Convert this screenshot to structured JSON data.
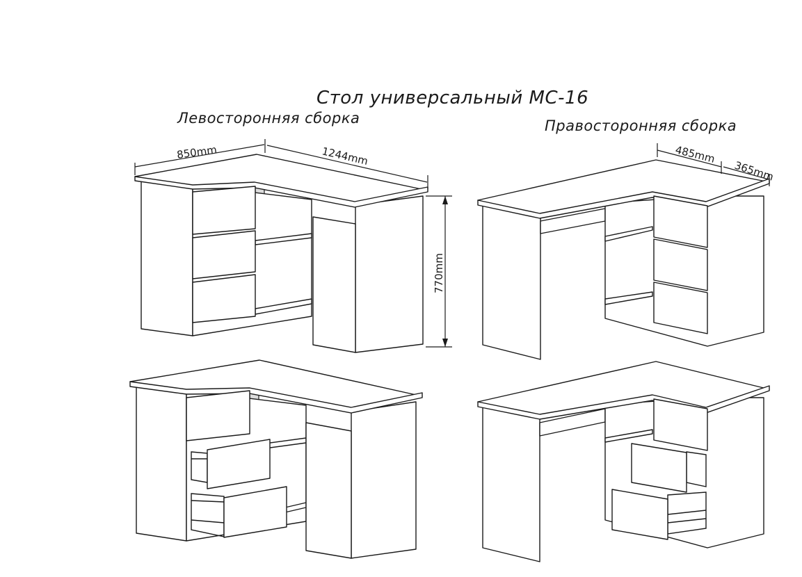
{
  "title": "Стол универсальный МС-16",
  "assembly": {
    "left_label": "Левосторонняя сборка",
    "right_label": "Правосторонняя сборка"
  },
  "dimensions": {
    "depth_cabinet": "850mm",
    "length_top": "1244mm",
    "height": "770mm",
    "right_top_depth": "485mm",
    "right_cabinet_depth": "365mm"
  },
  "views": [
    {
      "name": "left-closed",
      "drawers": "closed"
    },
    {
      "name": "right-closed",
      "drawers": "closed"
    },
    {
      "name": "left-open",
      "drawers": "open"
    },
    {
      "name": "right-open",
      "drawers": "open"
    }
  ]
}
